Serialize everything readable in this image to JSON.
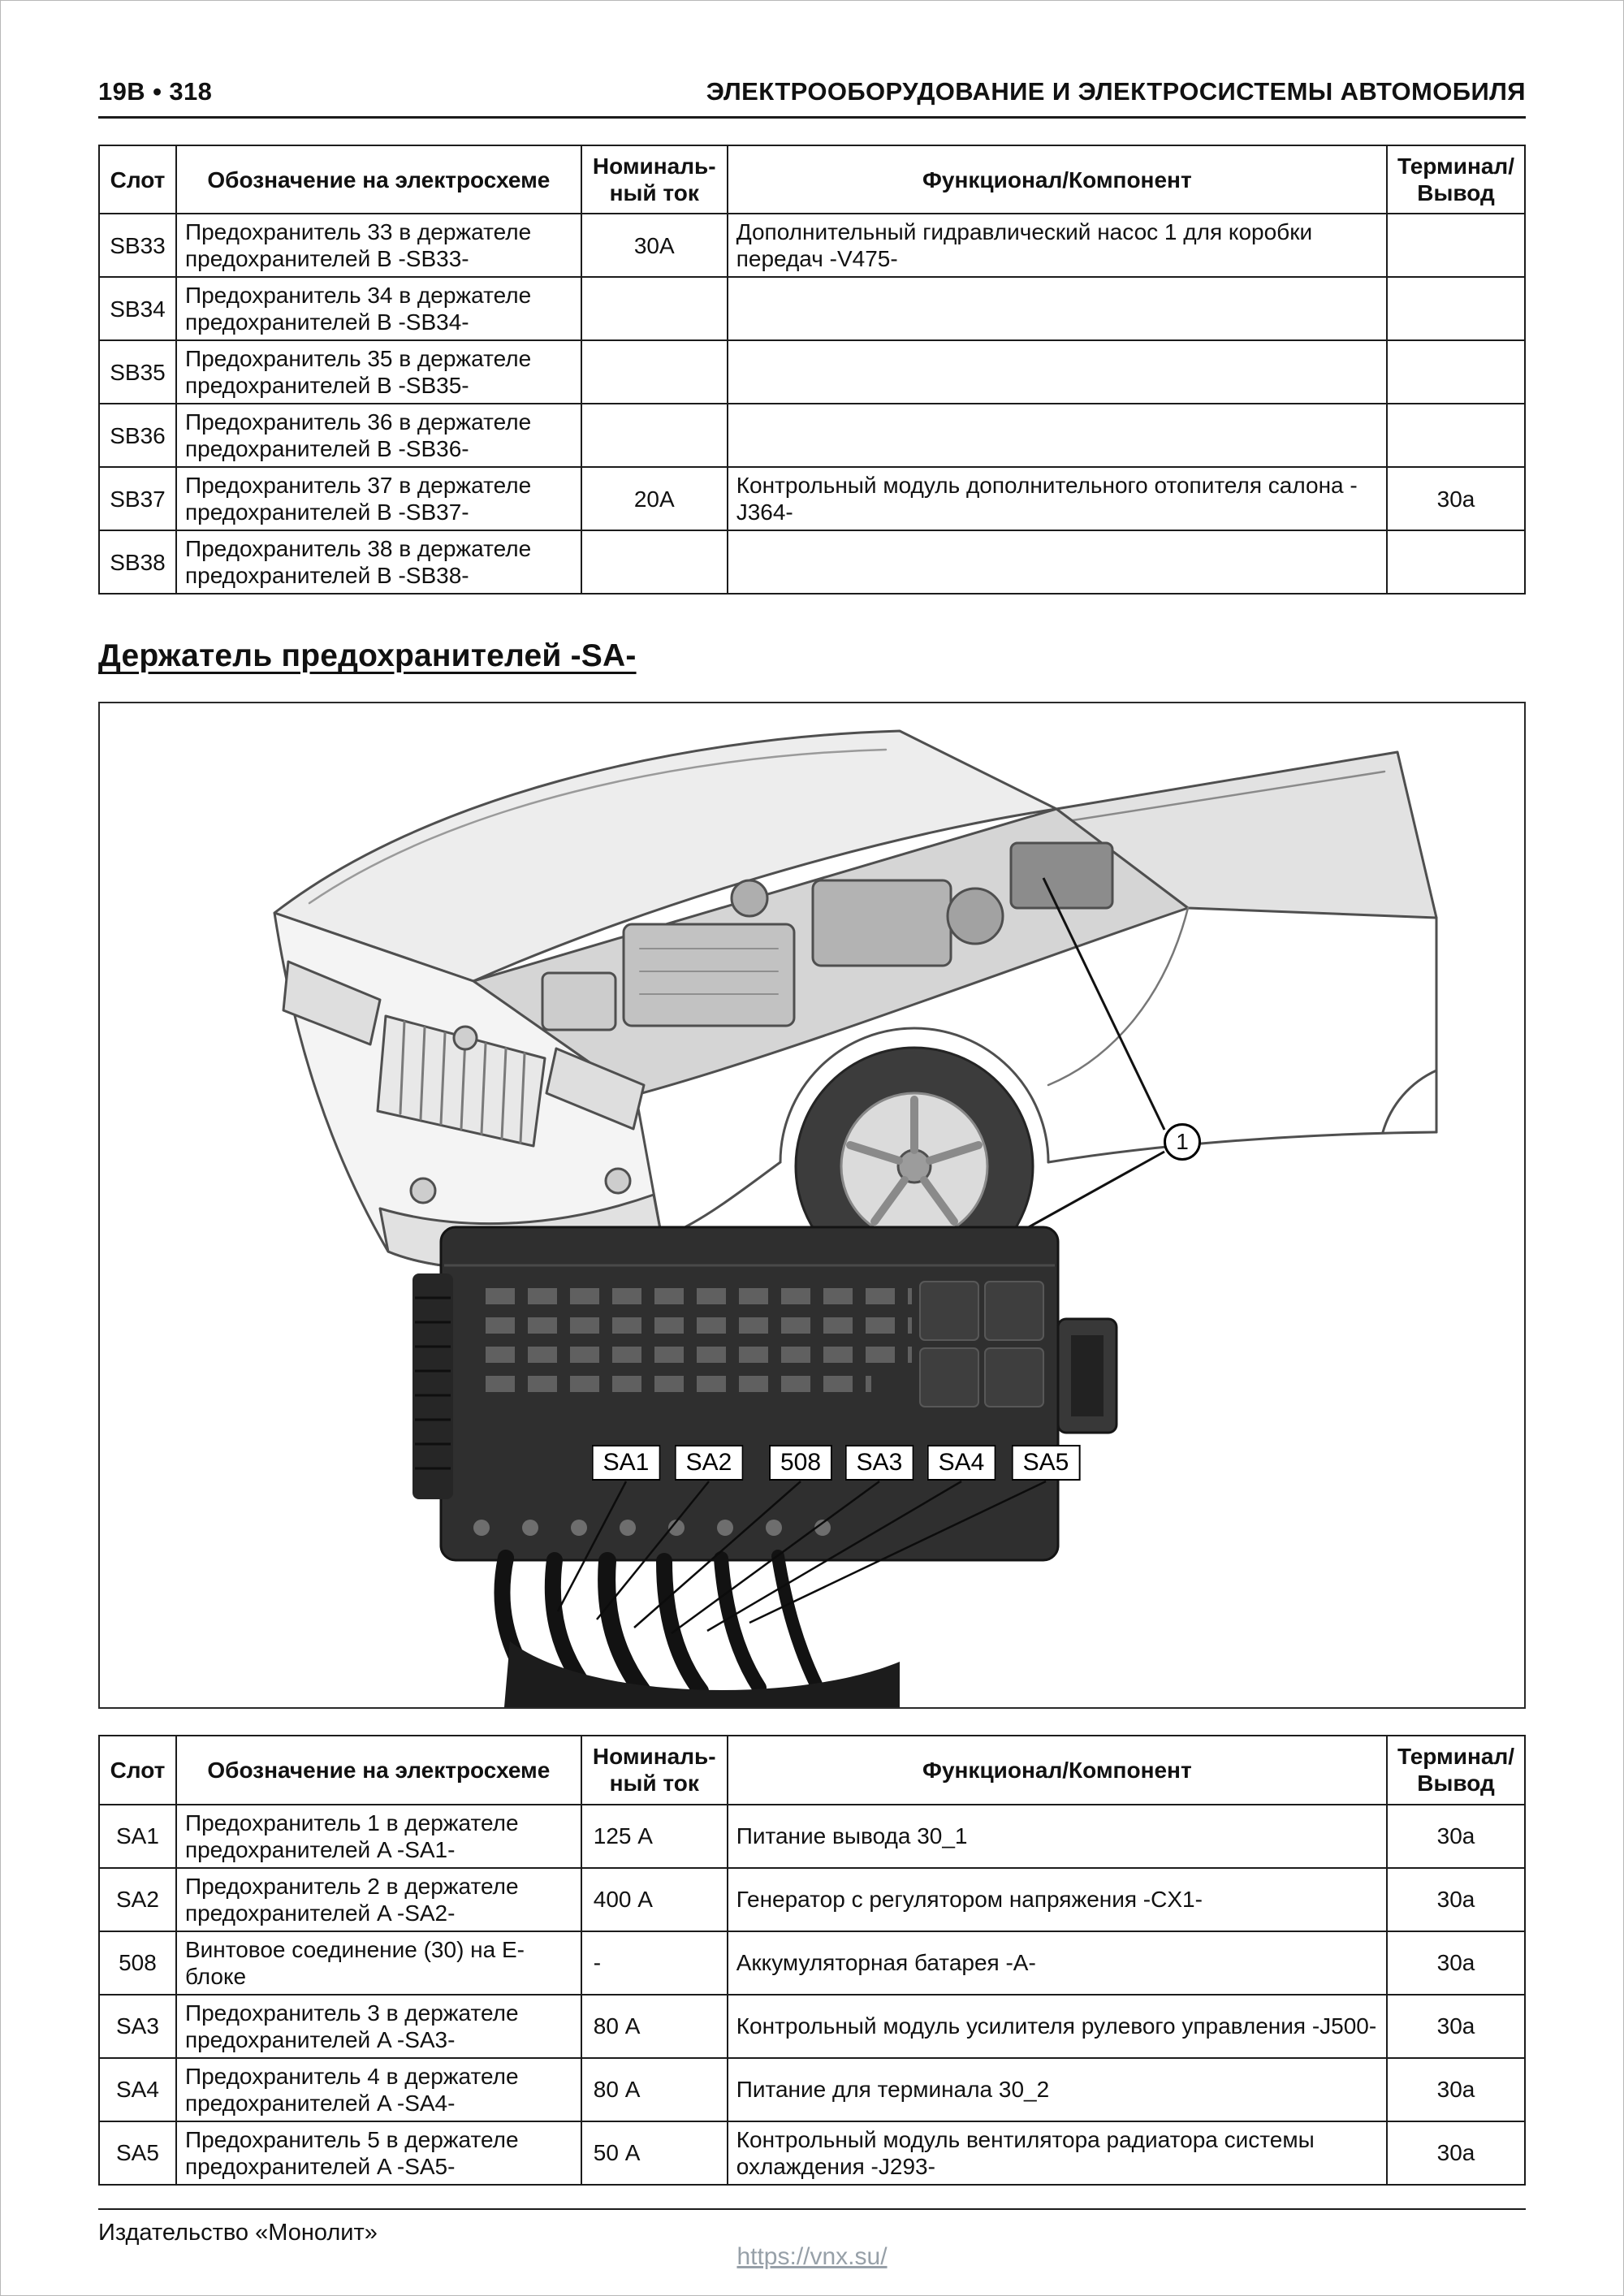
{
  "page": {
    "code": "19В • 318",
    "header_title": "ЭЛЕКТРООБОРУДОВАНИЕ И ЭЛЕКТРОСИСТЕМЫ АВТОМОБИЛЯ",
    "section_heading": "Держатель предохранителей -SA-",
    "publisher": "Издательство «Монолит»",
    "watermark": "https://vnx.su/"
  },
  "fuse_table_sb": {
    "headers": [
      "Слот",
      "Обозначение на электросхеме",
      "Номиналь-\nный ток",
      "Функционал/Компонент",
      "Терминал/\nВывод"
    ],
    "rows": [
      {
        "slot": "SB33",
        "designation": "Предохранитель 33 в держателе предохранителей B -SB33-",
        "current": "30А",
        "function": "Дополнительный гидравлический насос 1 для коробки передач -V475-",
        "terminal": ""
      },
      {
        "slot": "SB34",
        "designation": "Предохранитель 34 в держателе предохранителей B -SB34-",
        "current": "",
        "function": "",
        "terminal": ""
      },
      {
        "slot": "SB35",
        "designation": "Предохранитель 35 в держателе предохранителей B -SB35-",
        "current": "",
        "function": "",
        "terminal": ""
      },
      {
        "slot": "SB36",
        "designation": "Предохранитель 36 в держателе предохранителей B -SB36-",
        "current": "",
        "function": "",
        "terminal": ""
      },
      {
        "slot": "SB37",
        "designation": "Предохранитель 37 в держателе предохранителей B -SB37-",
        "current": "20А",
        "function": "Контрольный модуль дополнительного отопителя салона -J364-",
        "terminal": "30a"
      },
      {
        "slot": "SB38",
        "designation": "Предохранитель 38 в держателе предохранителей B -SB38-",
        "current": "",
        "function": "",
        "terminal": ""
      }
    ]
  },
  "diagram": {
    "callout": "1",
    "labels": [
      "SA1",
      "SA2",
      "508",
      "SA3",
      "SA4",
      "SA5"
    ]
  },
  "fuse_table_sa": {
    "headers": [
      "Слот",
      "Обозначение на электросхеме",
      "Номиналь-\nный ток",
      "Функционал/Компонент",
      "Терминал/\nВывод"
    ],
    "rows": [
      {
        "slot": "SA1",
        "designation": "Предохранитель 1 в держателе предохранителей A -SA1-",
        "current": "125 А",
        "function": "Питание вывода 30_1",
        "terminal": "30a"
      },
      {
        "slot": "SA2",
        "designation": "Предохранитель 2 в держателе предохранителей A -SA2-",
        "current": "400 А",
        "function": "Генератор с регулятором напряжения -CX1-",
        "terminal": "30a"
      },
      {
        "slot": "508",
        "designation": "Винтовое соединение (30) на Е-блоке",
        "current": "-",
        "function": "Аккумуляторная батарея -A-",
        "terminal": "30a"
      },
      {
        "slot": "SA3",
        "designation": "Предохранитель 3 в держателе предохранителей A -SA3-",
        "current": "80 А",
        "function": "Контрольный модуль усилителя рулевого управления -J500-",
        "terminal": "30a"
      },
      {
        "slot": "SA4",
        "designation": "Предохранитель 4 в держателе предохранителей A -SA4-",
        "current": "80 А",
        "function": "Питание для терминала 30_2",
        "terminal": "30a"
      },
      {
        "slot": "SA5",
        "designation": "Предохранитель 5 в держателе предохранителей A -SA5-",
        "current": "50 А",
        "function": "Контрольный модуль вентилятора радиатора системы охлаждения -J293-",
        "terminal": "30a"
      }
    ]
  }
}
